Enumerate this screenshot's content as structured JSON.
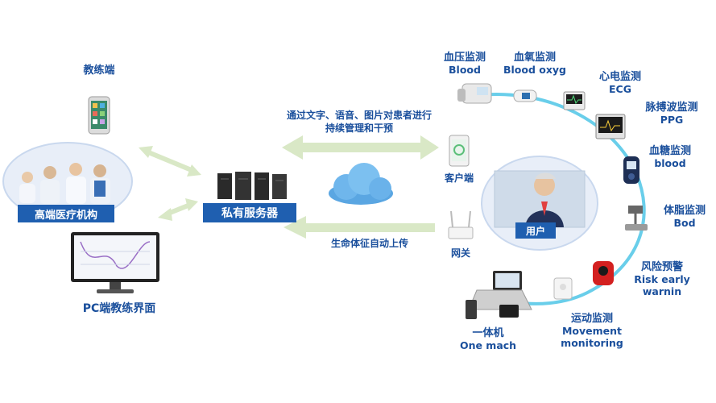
{
  "left": {
    "coach_label": "教练端",
    "hospital_label": "高端医疗机构",
    "pc_label": "PC端教练界面"
  },
  "center": {
    "server_label": "私有服务器",
    "intervention_text_1": "通过文字、语音、图片对患者进行",
    "intervention_text_2": "持续管理和干预",
    "upload_text": "生命体征自动上传"
  },
  "right": {
    "client_label": "客户端",
    "gateway_label": "网关",
    "user_label": "用户"
  },
  "devices": [
    {
      "cn": "血压监测",
      "en": "Blood"
    },
    {
      "cn": "血氧监测",
      "en": "Blood oxyg"
    },
    {
      "cn": "心电监测",
      "en": "ECG"
    },
    {
      "cn": "脉搏波监测",
      "en": "PPG"
    },
    {
      "cn": "血糖监测",
      "en": "blood"
    },
    {
      "cn": "体脂监测",
      "en": "Bod"
    },
    {
      "cn": "风险预警",
      "en": "Risk early",
      "en2": "warnin"
    },
    {
      "cn": "运动监测",
      "en": "Movement",
      "en2": "monitoring"
    },
    {
      "cn": "一体机",
      "en": "One mach"
    }
  ],
  "colors": {
    "label_blue": "#1a4f9c",
    "bar_blue": "#1f5fb0",
    "arrow_green": "#d9e8c6",
    "ring_cyan": "#4fc6e6",
    "oval_fill": "#e8eef8"
  }
}
